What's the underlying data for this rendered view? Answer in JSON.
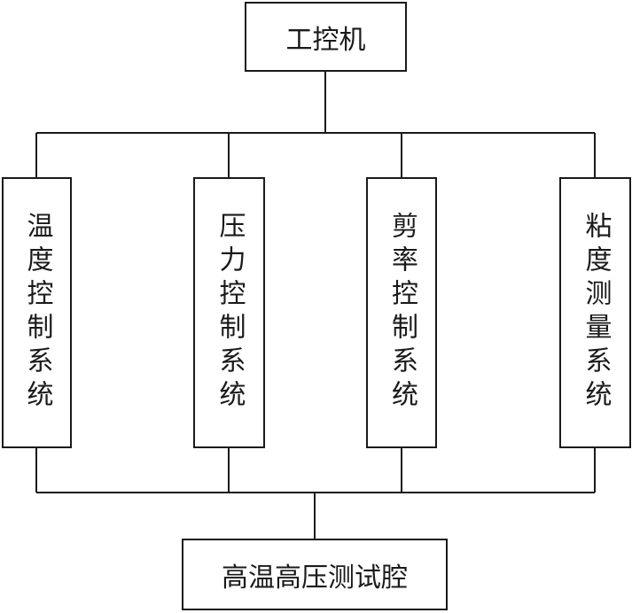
{
  "diagram": {
    "top": "工控机",
    "systems": [
      "温度控制系统",
      "压力控制系统",
      "剪率控制系统",
      "粘度测量系统"
    ],
    "bottom": "高温高压测试腔"
  }
}
